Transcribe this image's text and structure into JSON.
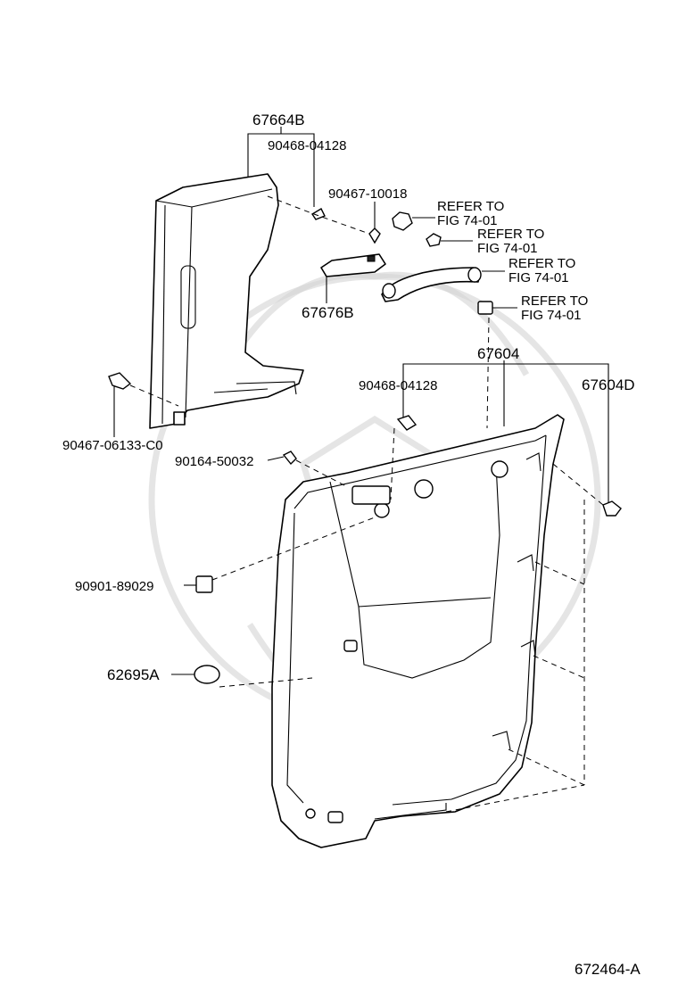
{
  "diagram": {
    "colors": {
      "line": "#000000",
      "background": "#ffffff",
      "watermark": "#d4d4d4"
    },
    "labels": {
      "p67664B": "67664B",
      "p90468_a": "90468-04128",
      "p90467_10018": "90467-10018",
      "ref1_a": "REFER TO",
      "ref1_b": "FIG 74-01",
      "ref2_a": "REFER TO",
      "ref2_b": "FIG 74-01",
      "ref3_a": "REFER TO",
      "ref3_b": "FIG 74-01",
      "ref4_a": "REFER TO",
      "ref4_b": "FIG 74-01",
      "p67676B": "67676B",
      "p67604": "67604",
      "p90468_b": "90468-04128",
      "p67604D": "67604D",
      "p90467_06133": "90467-06133-C0",
      "p90164": "90164-50032",
      "p90901": "90901-89029",
      "p62695A": "62695A",
      "figure_id": "672464-A"
    }
  }
}
